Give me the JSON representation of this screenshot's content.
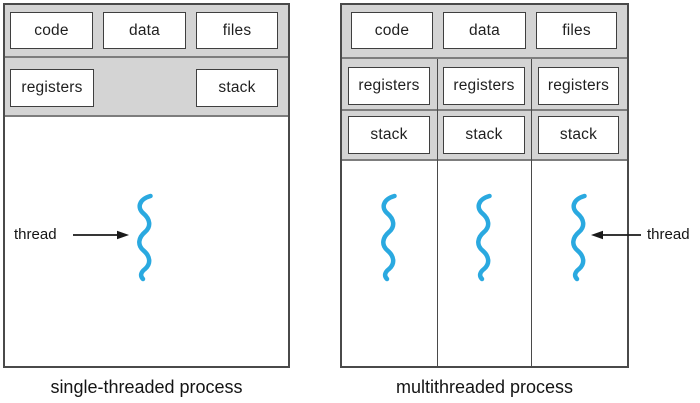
{
  "figure": {
    "left": {
      "caption": "single-threaded process",
      "top_cells": [
        "code",
        "data",
        "files"
      ],
      "registers": "registers",
      "stack": "stack",
      "thread_label": "thread"
    },
    "right": {
      "caption": "multithreaded process",
      "top_cells": [
        "code",
        "data",
        "files"
      ],
      "columns": [
        {
          "registers": "registers",
          "stack": "stack"
        },
        {
          "registers": "registers",
          "stack": "stack"
        },
        {
          "registers": "registers",
          "stack": "stack"
        }
      ],
      "thread_label": "thread"
    },
    "colors": {
      "panel_gray": "#d4d4d4",
      "border_dark": "#4a4a4a",
      "separator_gray": "#7d7d7d",
      "thread_blue": "#2aa9e0",
      "text": "#1f1f1f"
    }
  }
}
